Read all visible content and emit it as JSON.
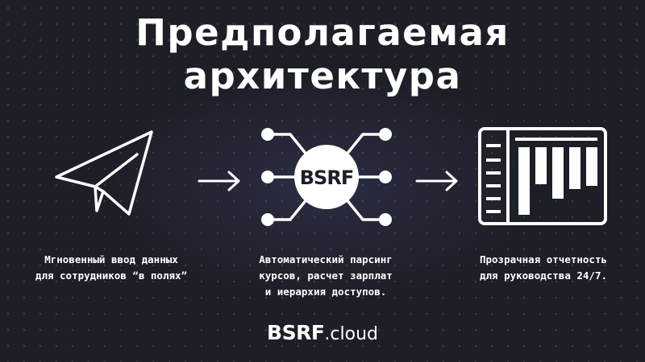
{
  "title": "Предполагаемая\nархитектура",
  "steps": [
    {
      "icon": "telegram-icon",
      "caption": "Мгновенный ввод данных\nдля сотрудников “в полях”"
    },
    {
      "icon": "bsrf-hub-icon",
      "badge": "BSRF",
      "caption": "Автоматический парсинг\nкурсов, расчет зарплат\nи иерархия доступов."
    },
    {
      "icon": "dashboard-icon",
      "caption": "Прозрачная отчетность\nдля руководства 24/7."
    }
  ],
  "arrows": [
    "arrow-right-icon",
    "arrow-right-icon"
  ],
  "logo": {
    "brand": "BSRF",
    "domain": ".cloud"
  },
  "colors": {
    "background": "#1d1f27",
    "foreground": "#ffffff",
    "badge_text": "#1d1f27"
  }
}
